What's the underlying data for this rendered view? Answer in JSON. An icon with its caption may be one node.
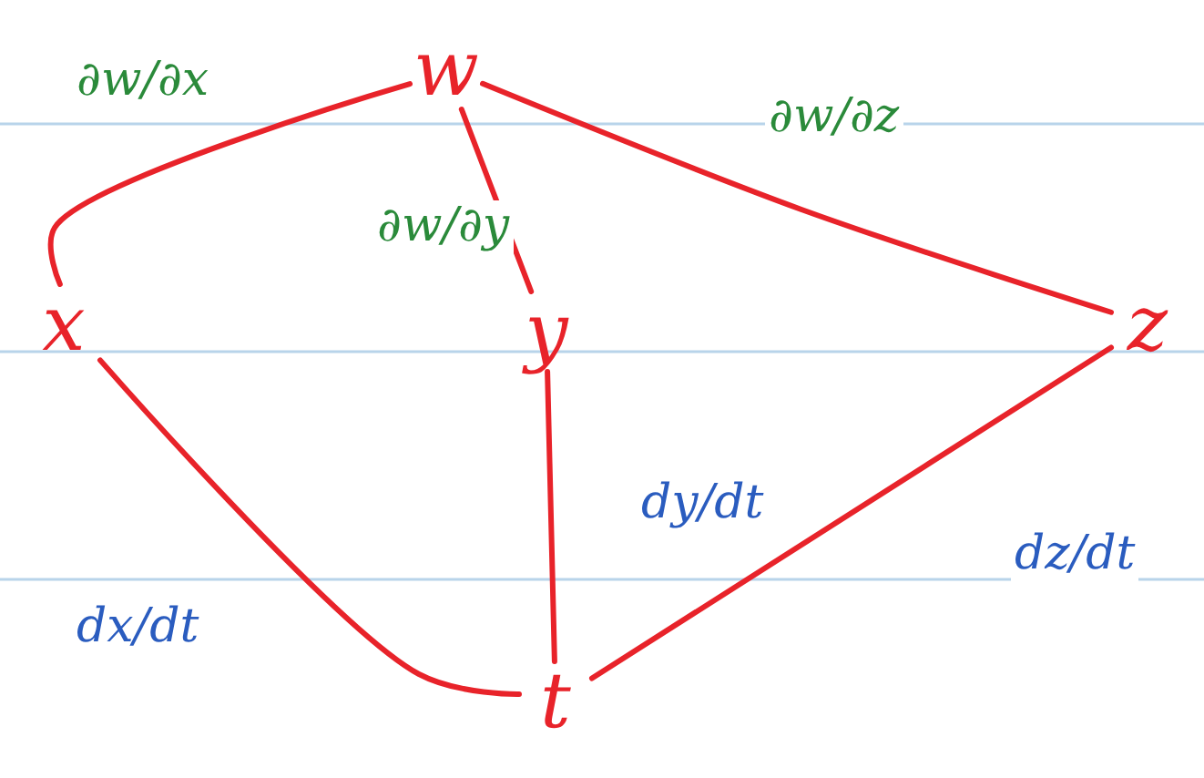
{
  "diagram": {
    "nodes": [
      {
        "text": [
          "w"
        ]
      },
      {
        "text": [
          "x"
        ]
      },
      {
        "text": [
          "y"
        ]
      },
      {
        "text": [
          "z"
        ]
      },
      {
        "text": [
          "t"
        ]
      }
    ],
    "edges": [
      {
        "from": 0,
        "to": 1,
        "arrow": "none",
        "label": "∂w/∂x"
      },
      {
        "from": 0,
        "to": 2,
        "arrow": "none",
        "label": "∂w/∂y"
      },
      {
        "from": 0,
        "to": 3,
        "arrow": "none",
        "label": "∂w/∂z"
      },
      {
        "from": 1,
        "to": 4,
        "arrow": "none",
        "label": "dx/dt"
      },
      {
        "from": 2,
        "to": 4,
        "arrow": "none",
        "label": "dy/dt"
      },
      {
        "from": 3,
        "to": 4,
        "arrow": "none",
        "label": "dz/dt"
      }
    ]
  }
}
